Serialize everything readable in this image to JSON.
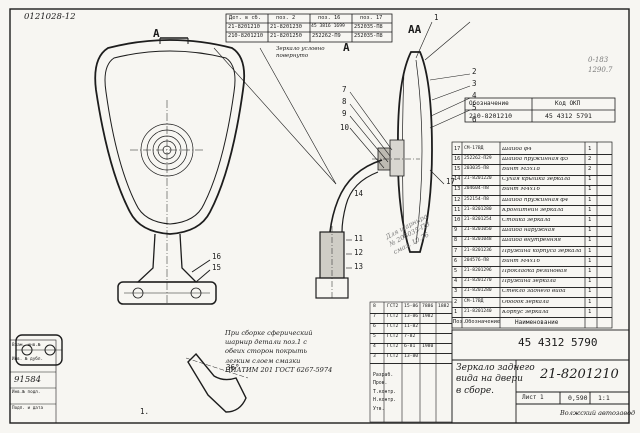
{
  "sheet_code": "0121028-12",
  "section_letters": {
    "front": "A",
    "side": "A",
    "section": "AA"
  },
  "variants_table": {
    "headers": [
      "Дет. в сб.",
      "поз. 2",
      "поз. 16",
      "поз. 17"
    ],
    "rows": [
      [
        "21-8201210",
        "21-8201230",
        "45 3816 1699",
        "252035-П8"
      ],
      [
        "210-8201210",
        "21-8201250",
        "252262-П9",
        "252035-П8"
      ]
    ]
  },
  "variants_note": "Зеркало условно повернуто",
  "designation_table": {
    "headers": [
      "Обозначение",
      "Код ОКП"
    ],
    "row": [
      "210-8201210",
      "45 4312 5791"
    ]
  },
  "callout_numbers": [
    "1",
    "2",
    "3",
    "4",
    "5",
    "6",
    "7",
    "8",
    "9",
    "10",
    "11",
    "12",
    "13",
    "14",
    "15",
    "16",
    "17"
  ],
  "angle_label": "36°",
  "note_text": [
    "При сборке сферический",
    "шарнир детали поз.1 с",
    "обеих сторон покрыть",
    "легким слоем смазки",
    "ЦИАТИМ 201 ГОСТ 6267-5974"
  ],
  "parts_list": [
    {
      "pos": "17",
      "code": "СМ-17ВД",
      "name": "Шайба ф4",
      "qty": "1"
    },
    {
      "pos": "16",
      "code": "252262-П29",
      "name": "Шайба пружинная ф5",
      "qty": "2"
    },
    {
      "pos": "15",
      "code": "203035-П8",
      "name": "Винт М5x18",
      "qty": "2"
    },
    {
      "pos": "14",
      "code": "21-8201220",
      "name": "Сухая крышка зеркала",
      "qty": "1"
    },
    {
      "pos": "13",
      "code": "204604-П8",
      "name": "Винт М4x16",
      "qty": "1"
    },
    {
      "pos": "12",
      "code": "252154-П8",
      "name": "Шайба пружинная ф4",
      "qty": "1"
    },
    {
      "pos": "11",
      "code": "21-8201280",
      "name": "Кронштейн зеркала",
      "qty": "1"
    },
    {
      "pos": "10",
      "code": "21-8201254",
      "name": "Стойка зеркала",
      "qty": "1"
    },
    {
      "pos": "9",
      "code": "21-8201050",
      "name": "Шайба наружная",
      "qty": "1"
    },
    {
      "pos": "8",
      "code": "21-8201048",
      "name": "Шайба внутренняя",
      "qty": "1"
    },
    {
      "pos": "7",
      "code": "21-8201236",
      "name": "Пружина корпуса зеркала",
      "qty": "1"
    },
    {
      "pos": "6",
      "code": "204576-П8",
      "name": "Винт М4x16",
      "qty": "1"
    },
    {
      "pos": "5",
      "code": "21-8201296",
      "name": "Прокладка резиновая",
      "qty": "1"
    },
    {
      "pos": "4",
      "code": "21-8201270",
      "name": "Пружина зеркала",
      "qty": "1"
    },
    {
      "pos": "3",
      "code": "21-8201280",
      "name": "Стекло заднего вида",
      "qty": "1"
    },
    {
      "pos": "2",
      "code": "СМ-17ВД",
      "name": "Ободок зеркала",
      "qty": "1"
    },
    {
      "pos": "1",
      "code": "21-8201240",
      "name": "Корпус зеркала",
      "qty": "1"
    }
  ],
  "parts_list_header": {
    "pos": "Поз.",
    "code": "Обозначение",
    "name": "Наименование"
  },
  "title_block": {
    "code_top": "45 4312 5790",
    "title": [
      "Зеркало заднего",
      "вида на двери",
      "в сборе."
    ],
    "drawing_number": "21-8201210",
    "mass": "0,590",
    "scale": "1:1",
    "sheet": "Лист 1",
    "company": "Волжский автозавод",
    "sign_labels": [
      "Разраб.",
      "Пров.",
      "Т.контр.",
      "Н.контр.",
      "Утв."
    ]
  },
  "revision_rows": [
    [
      "8",
      "ГСТ2",
      "15-86",
      "7886",
      "1882"
    ],
    [
      "7",
      "ГСТ2",
      "13-86",
      "1982"
    ],
    [
      "6",
      "ГСТ2",
      "11-82"
    ],
    [
      "5",
      "ГСТ2",
      "7-82"
    ],
    [
      "4",
      "ГСТ2",
      "6-81",
      "1980"
    ],
    [
      "3",
      "ГСТ2",
      "13-80"
    ]
  ],
  "left_stamps": [
    "91584",
    "Инв.№ подл.",
    "Подп. и дата",
    "Взам. инв.№",
    "Инв. № дубл."
  ],
  "sheet_number_bottom": "1.",
  "pencil_notes": [
    "Для шарнира",
    "№ 203035-П8",
    "смаз. 10.76"
  ],
  "pencil_corner": [
    "0-183",
    "1290.7"
  ]
}
